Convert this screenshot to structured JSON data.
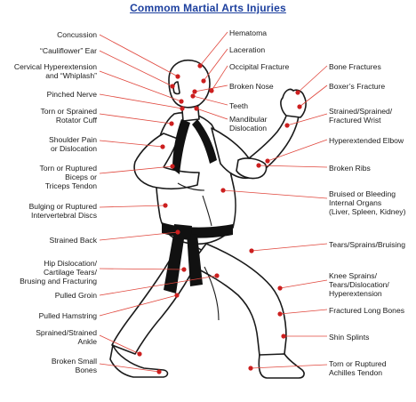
{
  "title": "Commom Martial Arts Injuries",
  "colors": {
    "title": "#1c3f9e",
    "leader": "#e0463c",
    "dot": "#cc1f1f",
    "outline": "#1a1a1a",
    "belt": "#111111"
  },
  "left_labels": [
    "Concussion",
    "“Cauliflower” Ear",
    "Cervical Hyperextension\nand “Whiplash”",
    "Pinched Nerve",
    "Torn or Sprained\nRotator Cuff",
    "Shoulder Pain\nor Dislocation",
    "Torn or Ruptured\nBiceps or\nTriceps Tendon",
    "Bulging or Ruptured\nIntervertebral Discs",
    "Strained Back",
    "Hip Dislocation/\nCartilage Tears/\nBrusing and Fracturing",
    "Pulled Groin",
    "Pulled Hamstring",
    "Sprained/Strained\nAnkle",
    "Broken Small\nBones"
  ],
  "center_labels": [
    "Hematoma",
    "Laceration",
    "Occipital Fracture",
    "Broken Nose",
    "Teeth",
    "Mandibular\nDislocation"
  ],
  "right_labels": [
    "Bone Fractures",
    "Boxer’s Fracture",
    "Strained/Sprained/\nFractured Wrist",
    "Hyperextended Elbow",
    "Broken Ribs",
    "Bruised or Bleeding\nInternal Organs\n(Liver, Spleen, Kidney)",
    "Tears/Sprains/Bruising",
    "Knee Sprains/\nTears/Dislocation/\nHyperextension",
    "Fractured Long Bones",
    "Shin Splints",
    "Torn or Ruptured\nAchilles Tendon"
  ]
}
